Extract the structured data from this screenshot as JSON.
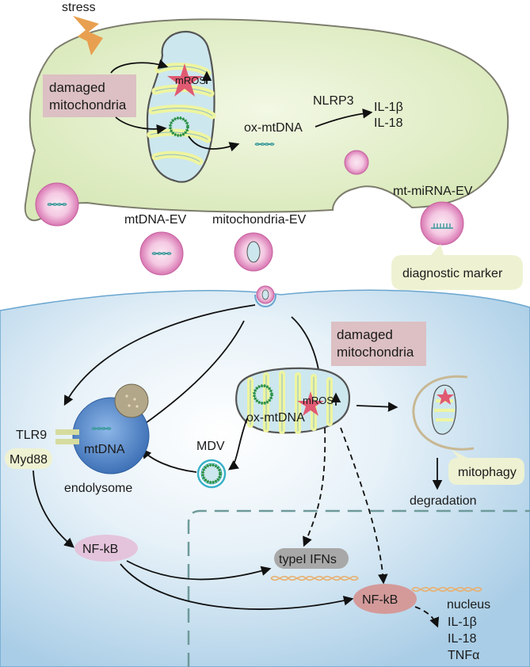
{
  "labels": {
    "stress": "stress",
    "damaged_mito_top": [
      "damaged",
      "mitochondria"
    ],
    "mros_top": "mROS",
    "nlrp3": "NLRP3",
    "il1b_top": "IL-1β",
    "il18_top": "IL-18",
    "ox_mtdna_top": "ox-mtDNA",
    "mt_mirna_ev": "mt-miRNA-EV",
    "mtdna_ev": "mtDNA-EV",
    "mito_ev": "mitochondria-EV",
    "diagnostic": "diagnostic marker",
    "damaged_mito_bottom": [
      "damaged",
      "mitochondria"
    ],
    "mros_bottom": "mROS",
    "ox_mtdna_bottom": "ox-mtDNA",
    "tlr9": "TLR9",
    "myd88": "Myd88",
    "mtdna": "mtDNA",
    "endolysome": "endolysome",
    "mdv": "MDV",
    "mitophagy": "mitophagy",
    "degradation": "degradation",
    "nucleus": "nucleus",
    "nfkb_cyto": "NF-kB",
    "type1_ifns": "typeI IFNs",
    "nfkb_nuc": "NF-kB",
    "il1b_bottom": "IL-1β",
    "il18_bottom": "IL-18",
    "tnfa": "TNFα"
  },
  "colors": {
    "top_cell_fill": "#e4efcc",
    "top_cell_stroke": "#8a8a78",
    "bottom_cell": "#bfdbee",
    "ev_pink": "#e6a0c8",
    "ev_core": "#f7d9ea",
    "label_box": "#dcc0c3",
    "callout": "#eef2d2",
    "nfkb_cyto": "#e4c4dc",
    "nfkb_nuc": "#d49a9a",
    "type1_box": "#a8a8a8",
    "endolysome": "#4a7fc1",
    "mito_fill": "#cde7ee",
    "mito_inner": "#eef5a0",
    "star": "#e05a72",
    "dna_teal": "#3a9a9a",
    "ring_green": "#3aa356",
    "lightning": "#e8a050"
  }
}
